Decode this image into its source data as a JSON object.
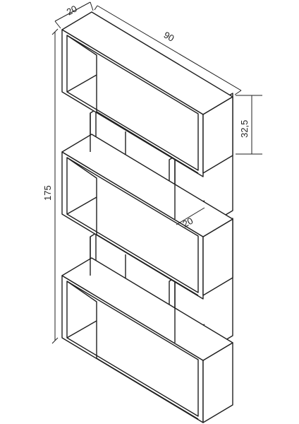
{
  "dimensions": {
    "depth_top": "20",
    "width": "90",
    "shelf_height": "32,5",
    "total_height": "175",
    "depth_inner": "20"
  }
}
